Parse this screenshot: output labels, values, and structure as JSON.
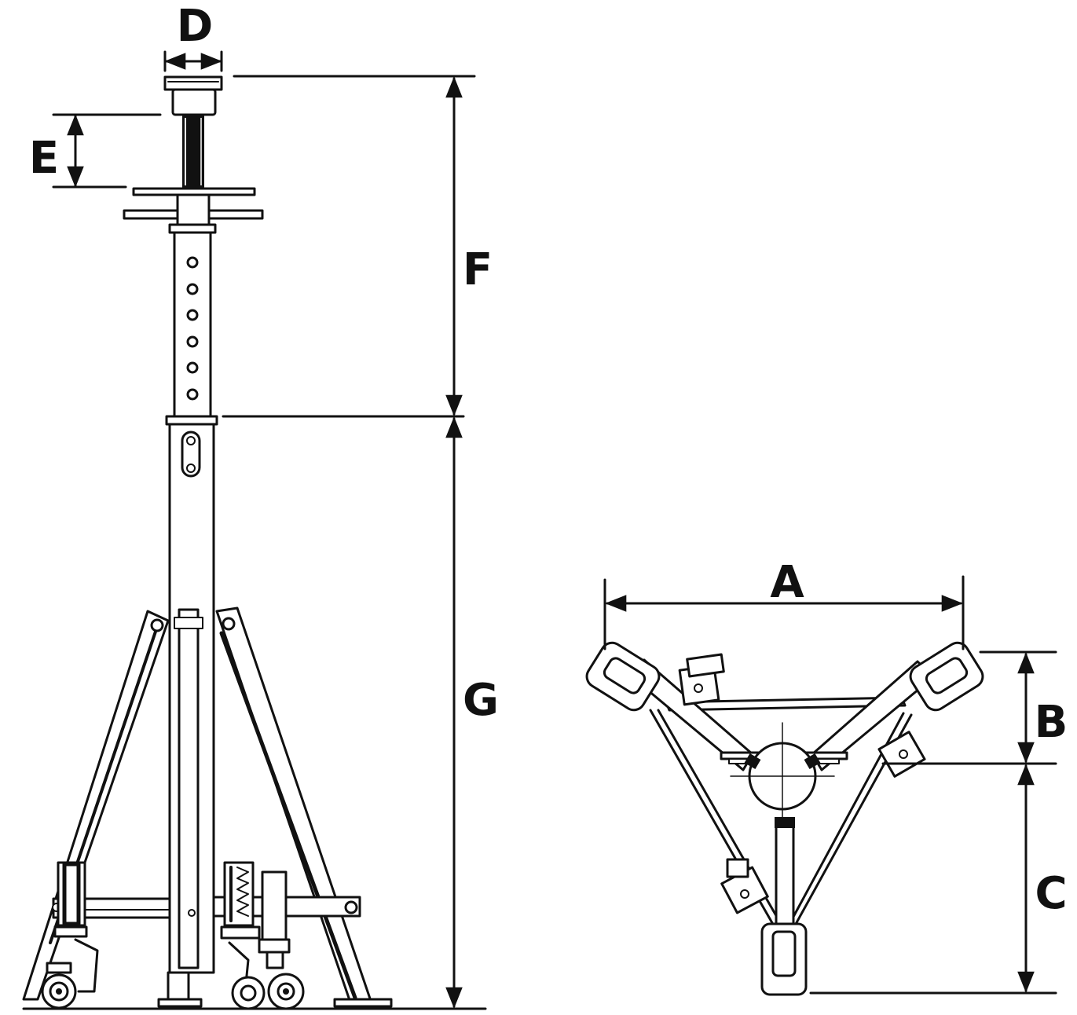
{
  "labels": {
    "d": "D",
    "e": "E",
    "f": "F",
    "g": "G",
    "a": "A",
    "b": "B",
    "c": "C"
  },
  "colors": {
    "ink": "#111111",
    "background": "#ffffff"
  }
}
